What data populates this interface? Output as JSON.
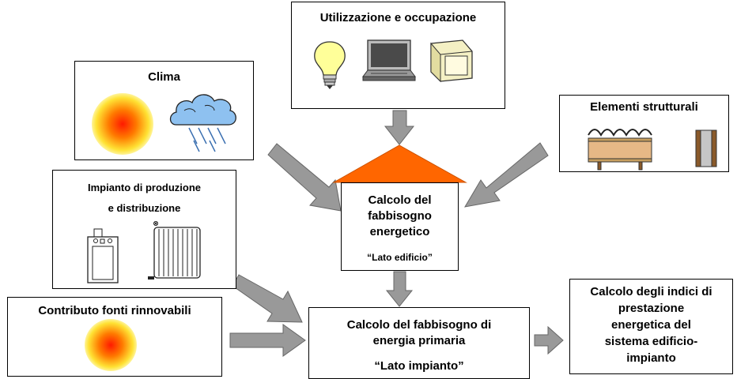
{
  "boxes": {
    "usage": {
      "title": "Utilizzazione e occupazione"
    },
    "climate": {
      "title": "Clima"
    },
    "structural": {
      "title": "Elementi strutturali"
    },
    "plant": {
      "title_line1": "Impianto di produzione",
      "title_line2": "e distribuzione"
    },
    "renewables": {
      "title": "Contributo fonti rinnovabili"
    },
    "building_calc": {
      "line1": "Calcolo del",
      "line2": "fabbisogno",
      "line3": "energetico",
      "subtitle": "“Lato edificio”"
    },
    "primary_calc": {
      "line1": "Calcolo del fabbisogno di",
      "line2": "energia primaria",
      "subtitle": "“Lato impianto”"
    },
    "indices": {
      "line1": "Calcolo degli indici di",
      "line2": "prestazione",
      "line3": "energetica del",
      "line4": "sistema edificio-",
      "line5": "impianto"
    }
  },
  "icons": [
    "sun-icon",
    "storm-cloud-icon",
    "light-bulb-icon",
    "laptop-icon",
    "computer-monitor-icon",
    "roof-section-icon",
    "wall-section-icon",
    "boiler-icon",
    "radiator-icon"
  ],
  "colors": {
    "roof": "#ff6600",
    "arrow_fill": "#999999",
    "arrow_stroke": "#666666",
    "sun_center": "#ff2a00",
    "sun_edge": "#ffee33"
  }
}
